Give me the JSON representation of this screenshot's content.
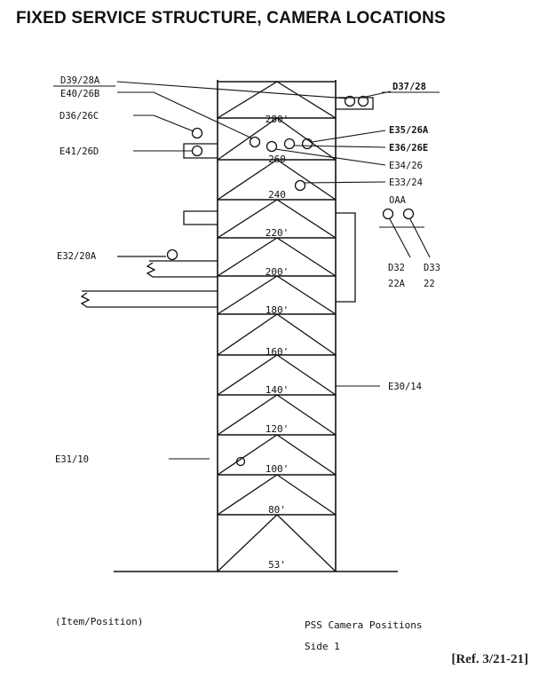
{
  "title": "FIXED SERVICE STRUCTURE, CAMERA LOCATIONS",
  "levels": [
    "280'",
    "260",
    "240",
    "220'",
    "200'",
    "180'",
    "160'",
    "140'",
    "120'",
    "100'",
    "80'",
    "53'"
  ],
  "cameras": {
    "d39": "D39/28A",
    "e40": "E40/26B",
    "d36": "D36/26C",
    "e41": "E41/26D",
    "d37": "D37/28",
    "e35": "E35/26A",
    "e36": "E36/26E",
    "e34": "E34/26",
    "e33": "E33/24",
    "oaa": "OAA",
    "e32": "E32/20A",
    "d32_top": "D32",
    "d32_bot": "22A",
    "d33_top": "D33",
    "d33_bot": "22",
    "e30": "E30/14",
    "e31": "E31/10"
  },
  "footer": {
    "legend": "(Item/Position)",
    "caption_line1": "PSS Camera Positions",
    "caption_line2": "Side 1",
    "reference": "[Ref. 3/21-21]"
  }
}
